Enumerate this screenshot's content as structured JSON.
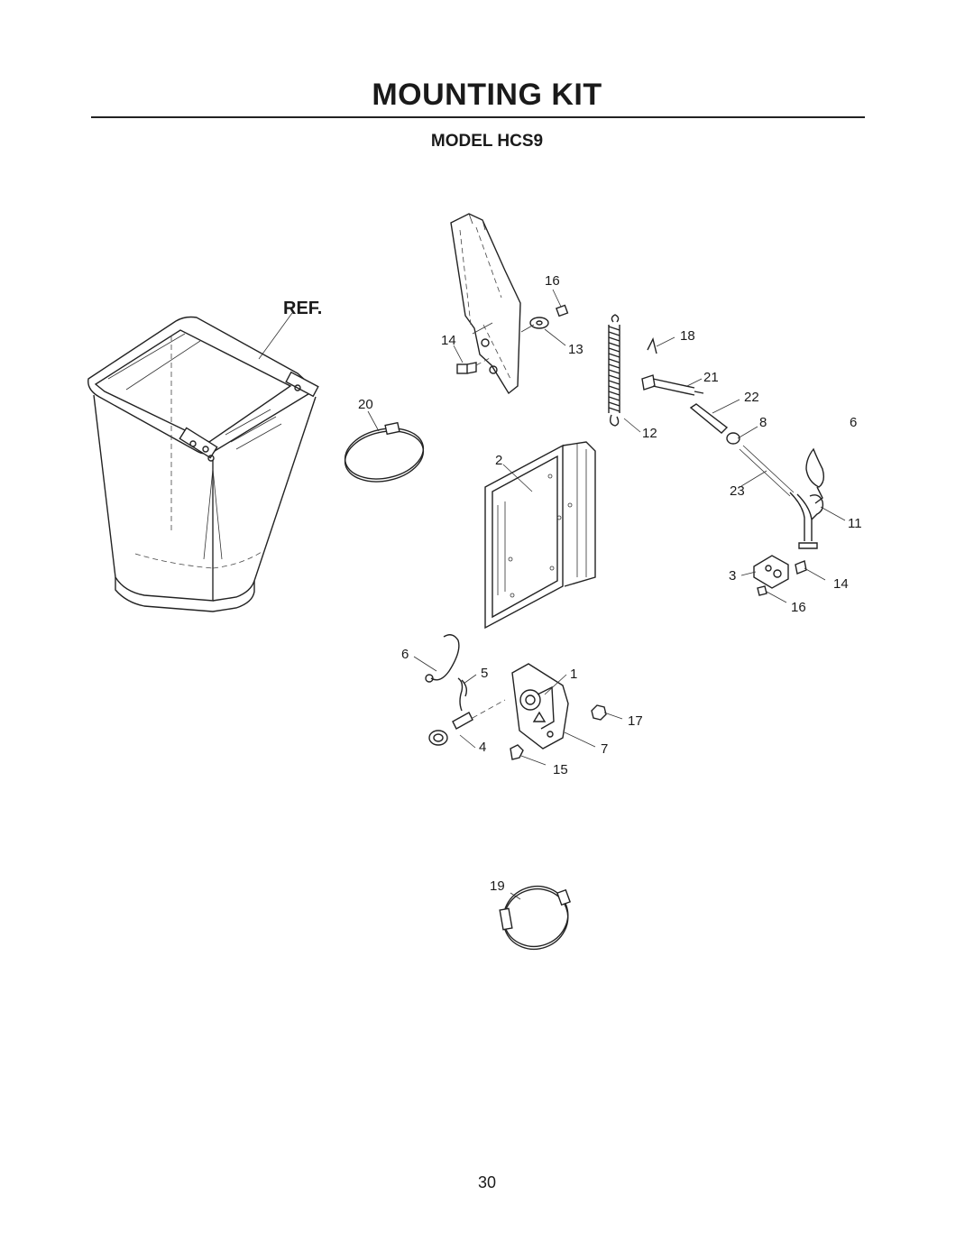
{
  "header": {
    "title": "MOUNTING KIT",
    "subtitle": "MODEL HCS9"
  },
  "diagram": {
    "ref_label": "REF.",
    "callouts": [
      {
        "id": "c16a",
        "text": "16"
      },
      {
        "id": "c14a",
        "text": "14"
      },
      {
        "id": "c13",
        "text": "13"
      },
      {
        "id": "c18",
        "text": "18"
      },
      {
        "id": "c21",
        "text": "21"
      },
      {
        "id": "c22",
        "text": "22"
      },
      {
        "id": "c20",
        "text": "20"
      },
      {
        "id": "c12",
        "text": "12"
      },
      {
        "id": "c8",
        "text": "8"
      },
      {
        "id": "c6a",
        "text": "6"
      },
      {
        "id": "c2",
        "text": "2"
      },
      {
        "id": "c23",
        "text": "23"
      },
      {
        "id": "c11",
        "text": "11"
      },
      {
        "id": "c3",
        "text": "3"
      },
      {
        "id": "c14b",
        "text": "14"
      },
      {
        "id": "c16b",
        "text": "16"
      },
      {
        "id": "c6b",
        "text": "6"
      },
      {
        "id": "c5",
        "text": "5"
      },
      {
        "id": "c1",
        "text": "1"
      },
      {
        "id": "c17",
        "text": "17"
      },
      {
        "id": "c4",
        "text": "4"
      },
      {
        "id": "c7",
        "text": "7"
      },
      {
        "id": "c15",
        "text": "15"
      },
      {
        "id": "c19",
        "text": "19"
      }
    ]
  },
  "footer": {
    "page_number": "30"
  }
}
